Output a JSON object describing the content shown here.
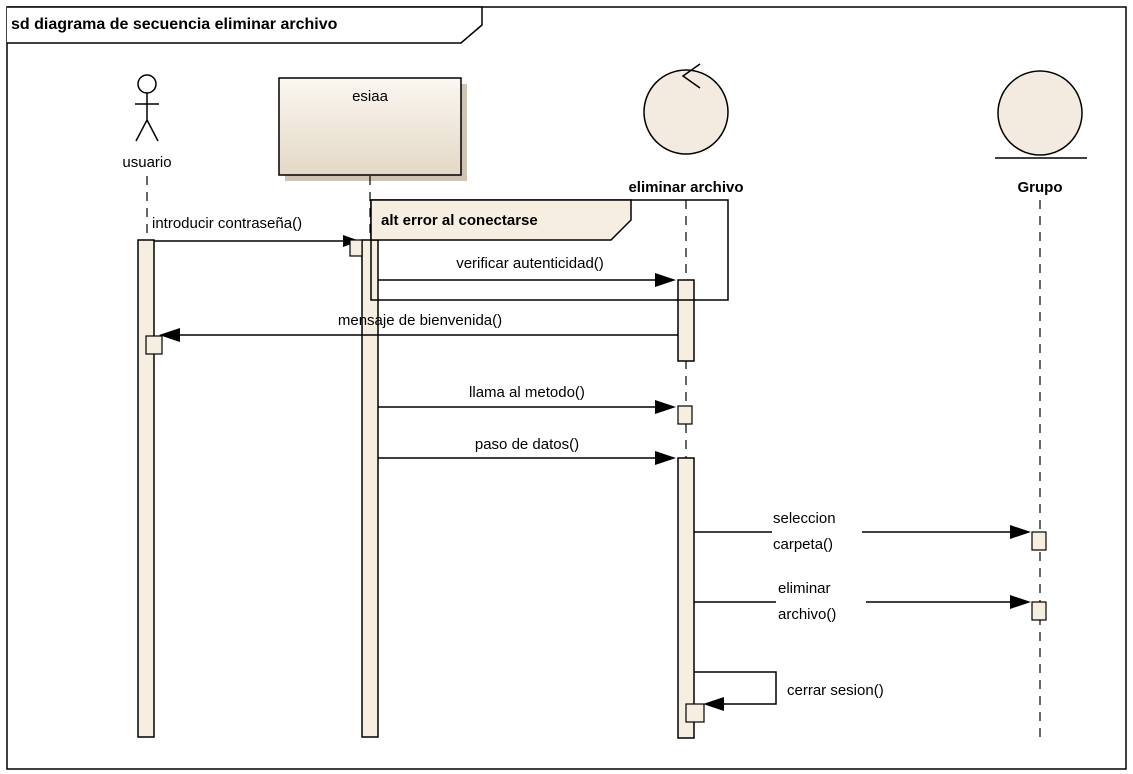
{
  "frame": {
    "title": "sd diagrama de secuencia eliminar archivo"
  },
  "participants": {
    "usuario": {
      "label": "usuario",
      "kind": "actor"
    },
    "esiaa": {
      "label": "esiaa",
      "kind": "class box"
    },
    "eliminar_archivo": {
      "label": "eliminar archivo",
      "kind": "control"
    },
    "grupo": {
      "label": "Grupo",
      "kind": "entity"
    }
  },
  "fragment": {
    "label": "alt error al conectarse"
  },
  "messages": {
    "m1": "introducir contraseña()",
    "m2": "verificar autenticidad()",
    "m3": "mensaje de bienvenida()",
    "m4": "llama al metodo()",
    "m5": "paso de datos()",
    "m6": [
      "seleccion",
      "carpeta()"
    ],
    "m7": [
      "eliminar",
      "archivo()"
    ],
    "m8": "cerrar sesion()"
  },
  "colors": {
    "fill": "#f7eee2",
    "box_gradient_top": "#fbf7f1",
    "box_gradient_bottom": "#e4d8c6",
    "line": "#000000"
  }
}
